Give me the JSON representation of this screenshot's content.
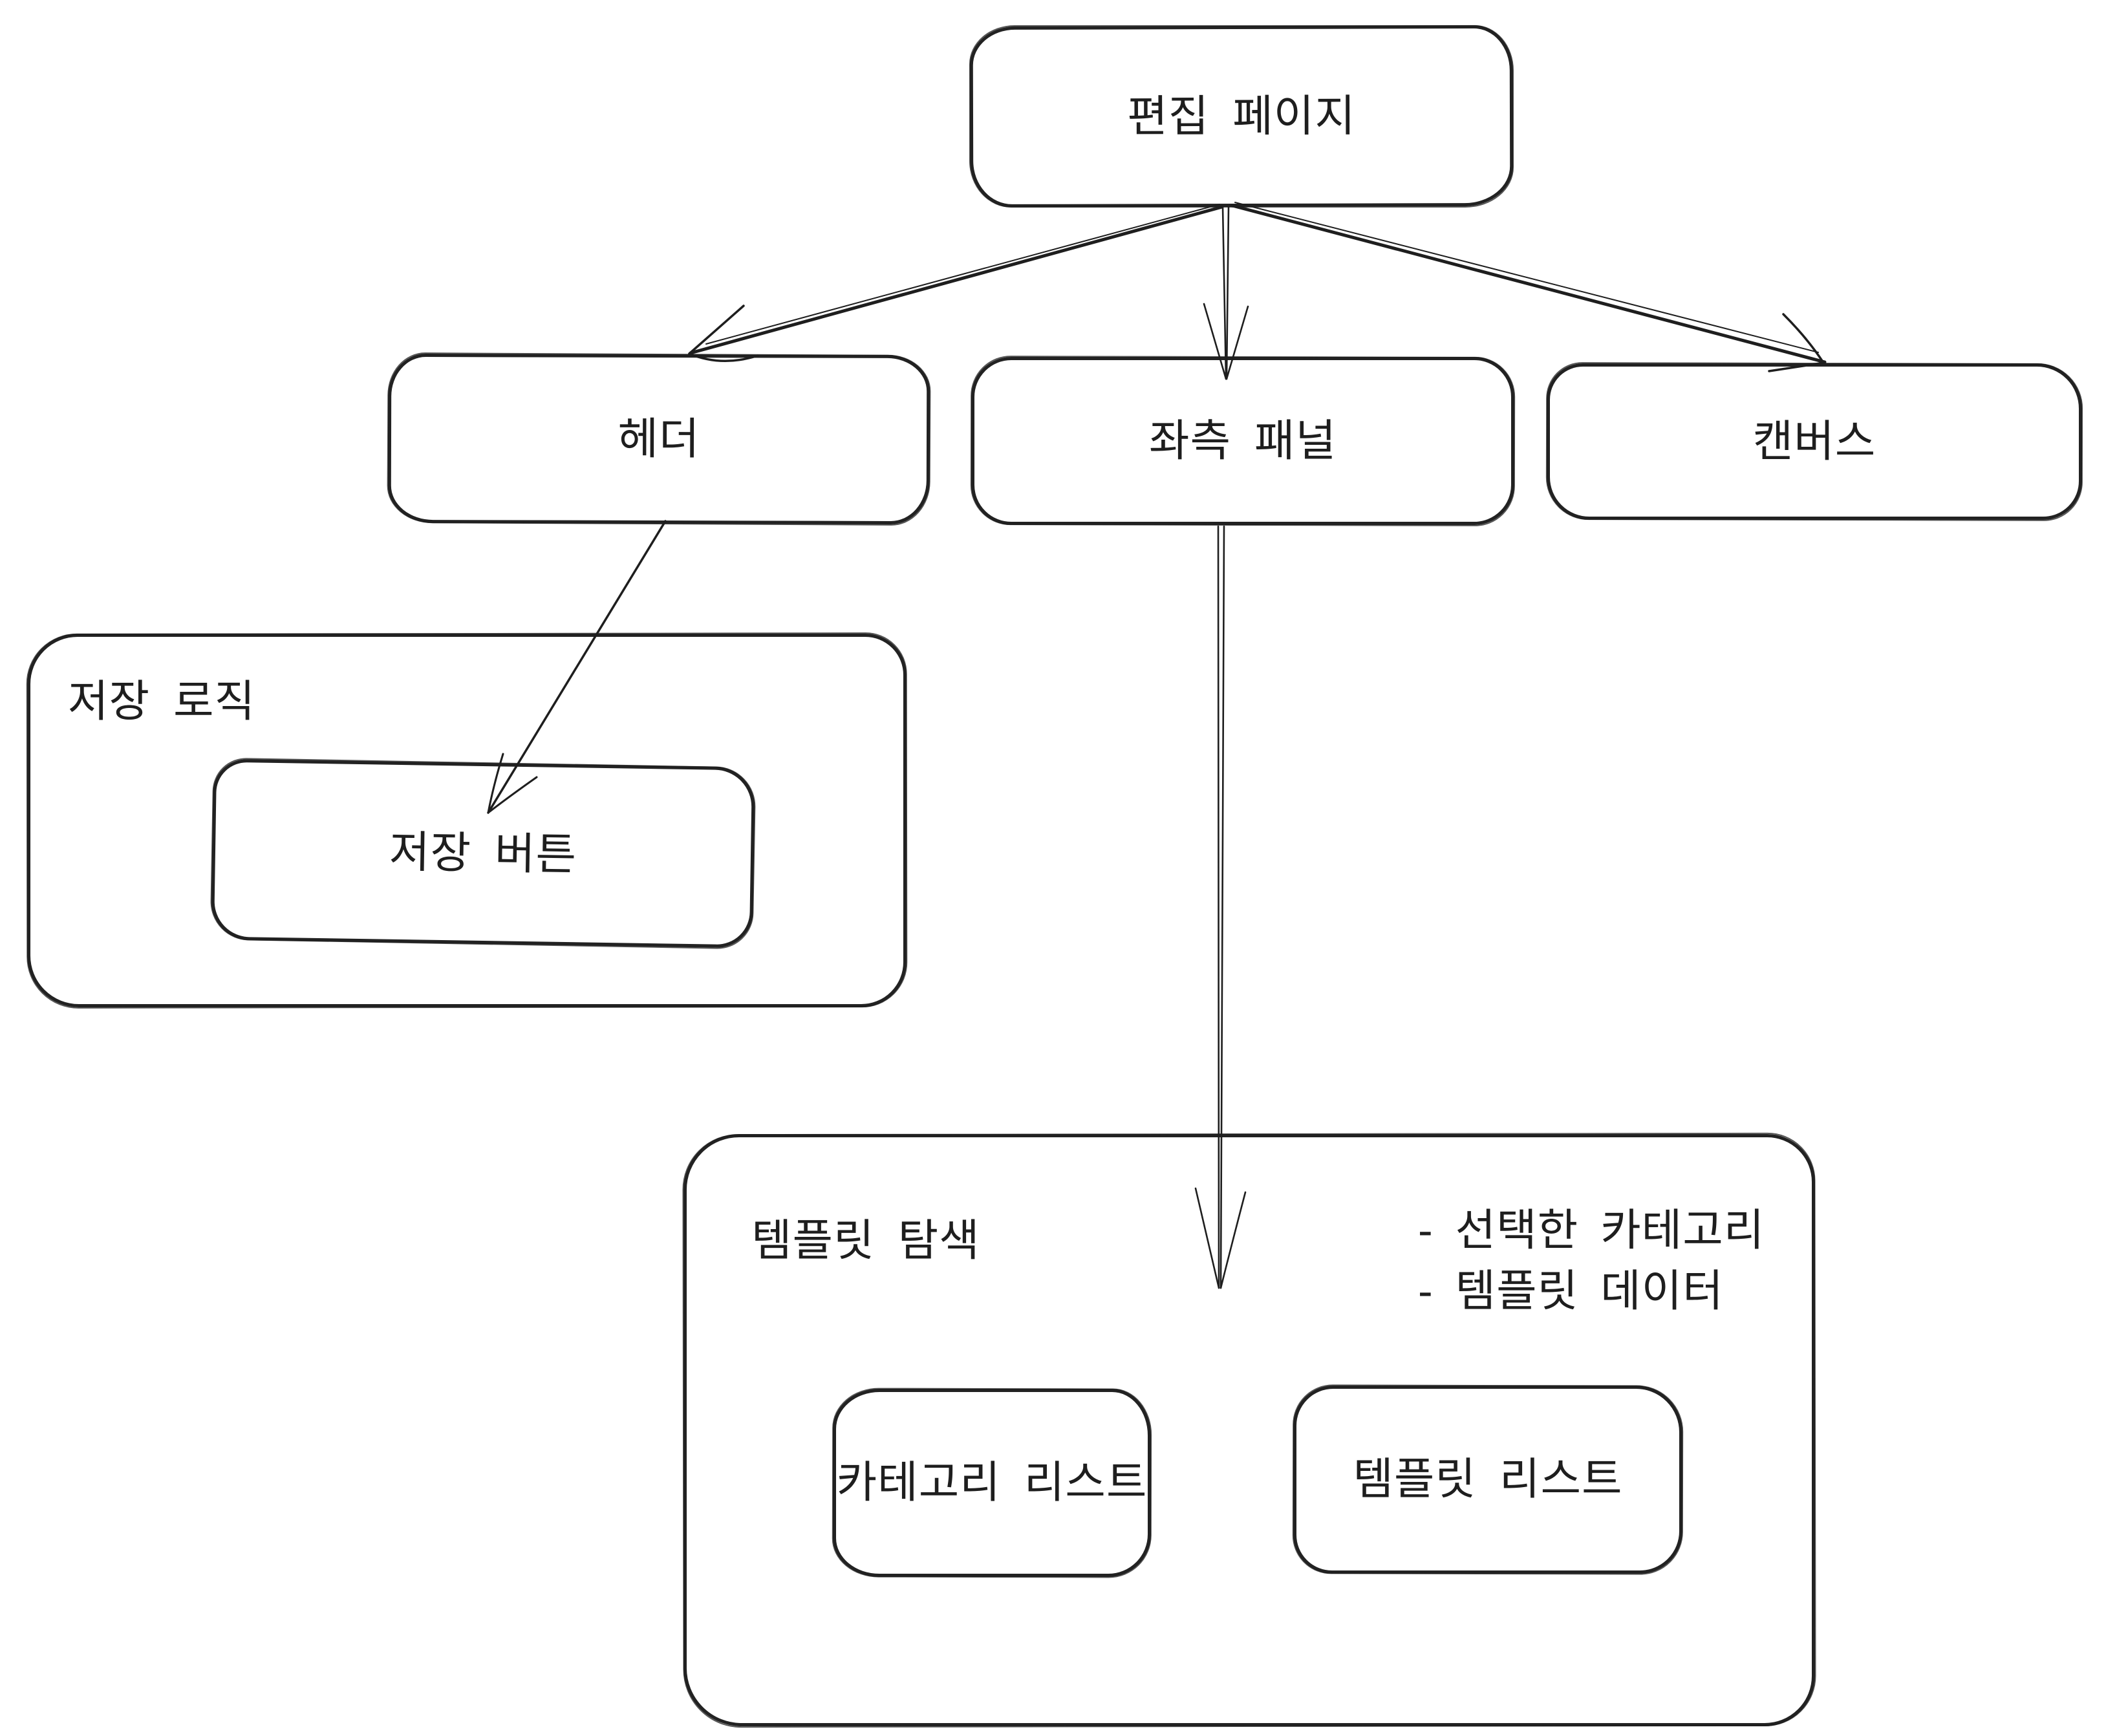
{
  "canvas": {
    "background": "#ffffff",
    "stroke_color": "#1e1e1e"
  },
  "nodes": {
    "edit_page": {
      "label": "편집 페이지"
    },
    "header": {
      "label": "헤더"
    },
    "left_panel": {
      "label": "좌측 패널"
    },
    "canvas_area": {
      "label": "캔버스"
    },
    "save_logic": {
      "label": "저장 로직"
    },
    "save_button": {
      "label": "저장 버튼"
    },
    "template_browse": {
      "label": "템플릿 탐색",
      "notes": [
        "- 선택한 카테고리",
        "- 템플릿 데이터"
      ]
    },
    "category_list": {
      "label": "카테고리 리스트"
    },
    "template_list": {
      "label": "템플릿 리스트"
    }
  },
  "edges": [
    {
      "from": "편집 페이지",
      "to": "헤더"
    },
    {
      "from": "편집 페이지",
      "to": "좌측 패널"
    },
    {
      "from": "편집 페이지",
      "to": "캔버스"
    },
    {
      "from": "헤더",
      "to": "저장 버튼"
    },
    {
      "from": "좌측 패널",
      "to": "템플릿 탐색"
    }
  ]
}
